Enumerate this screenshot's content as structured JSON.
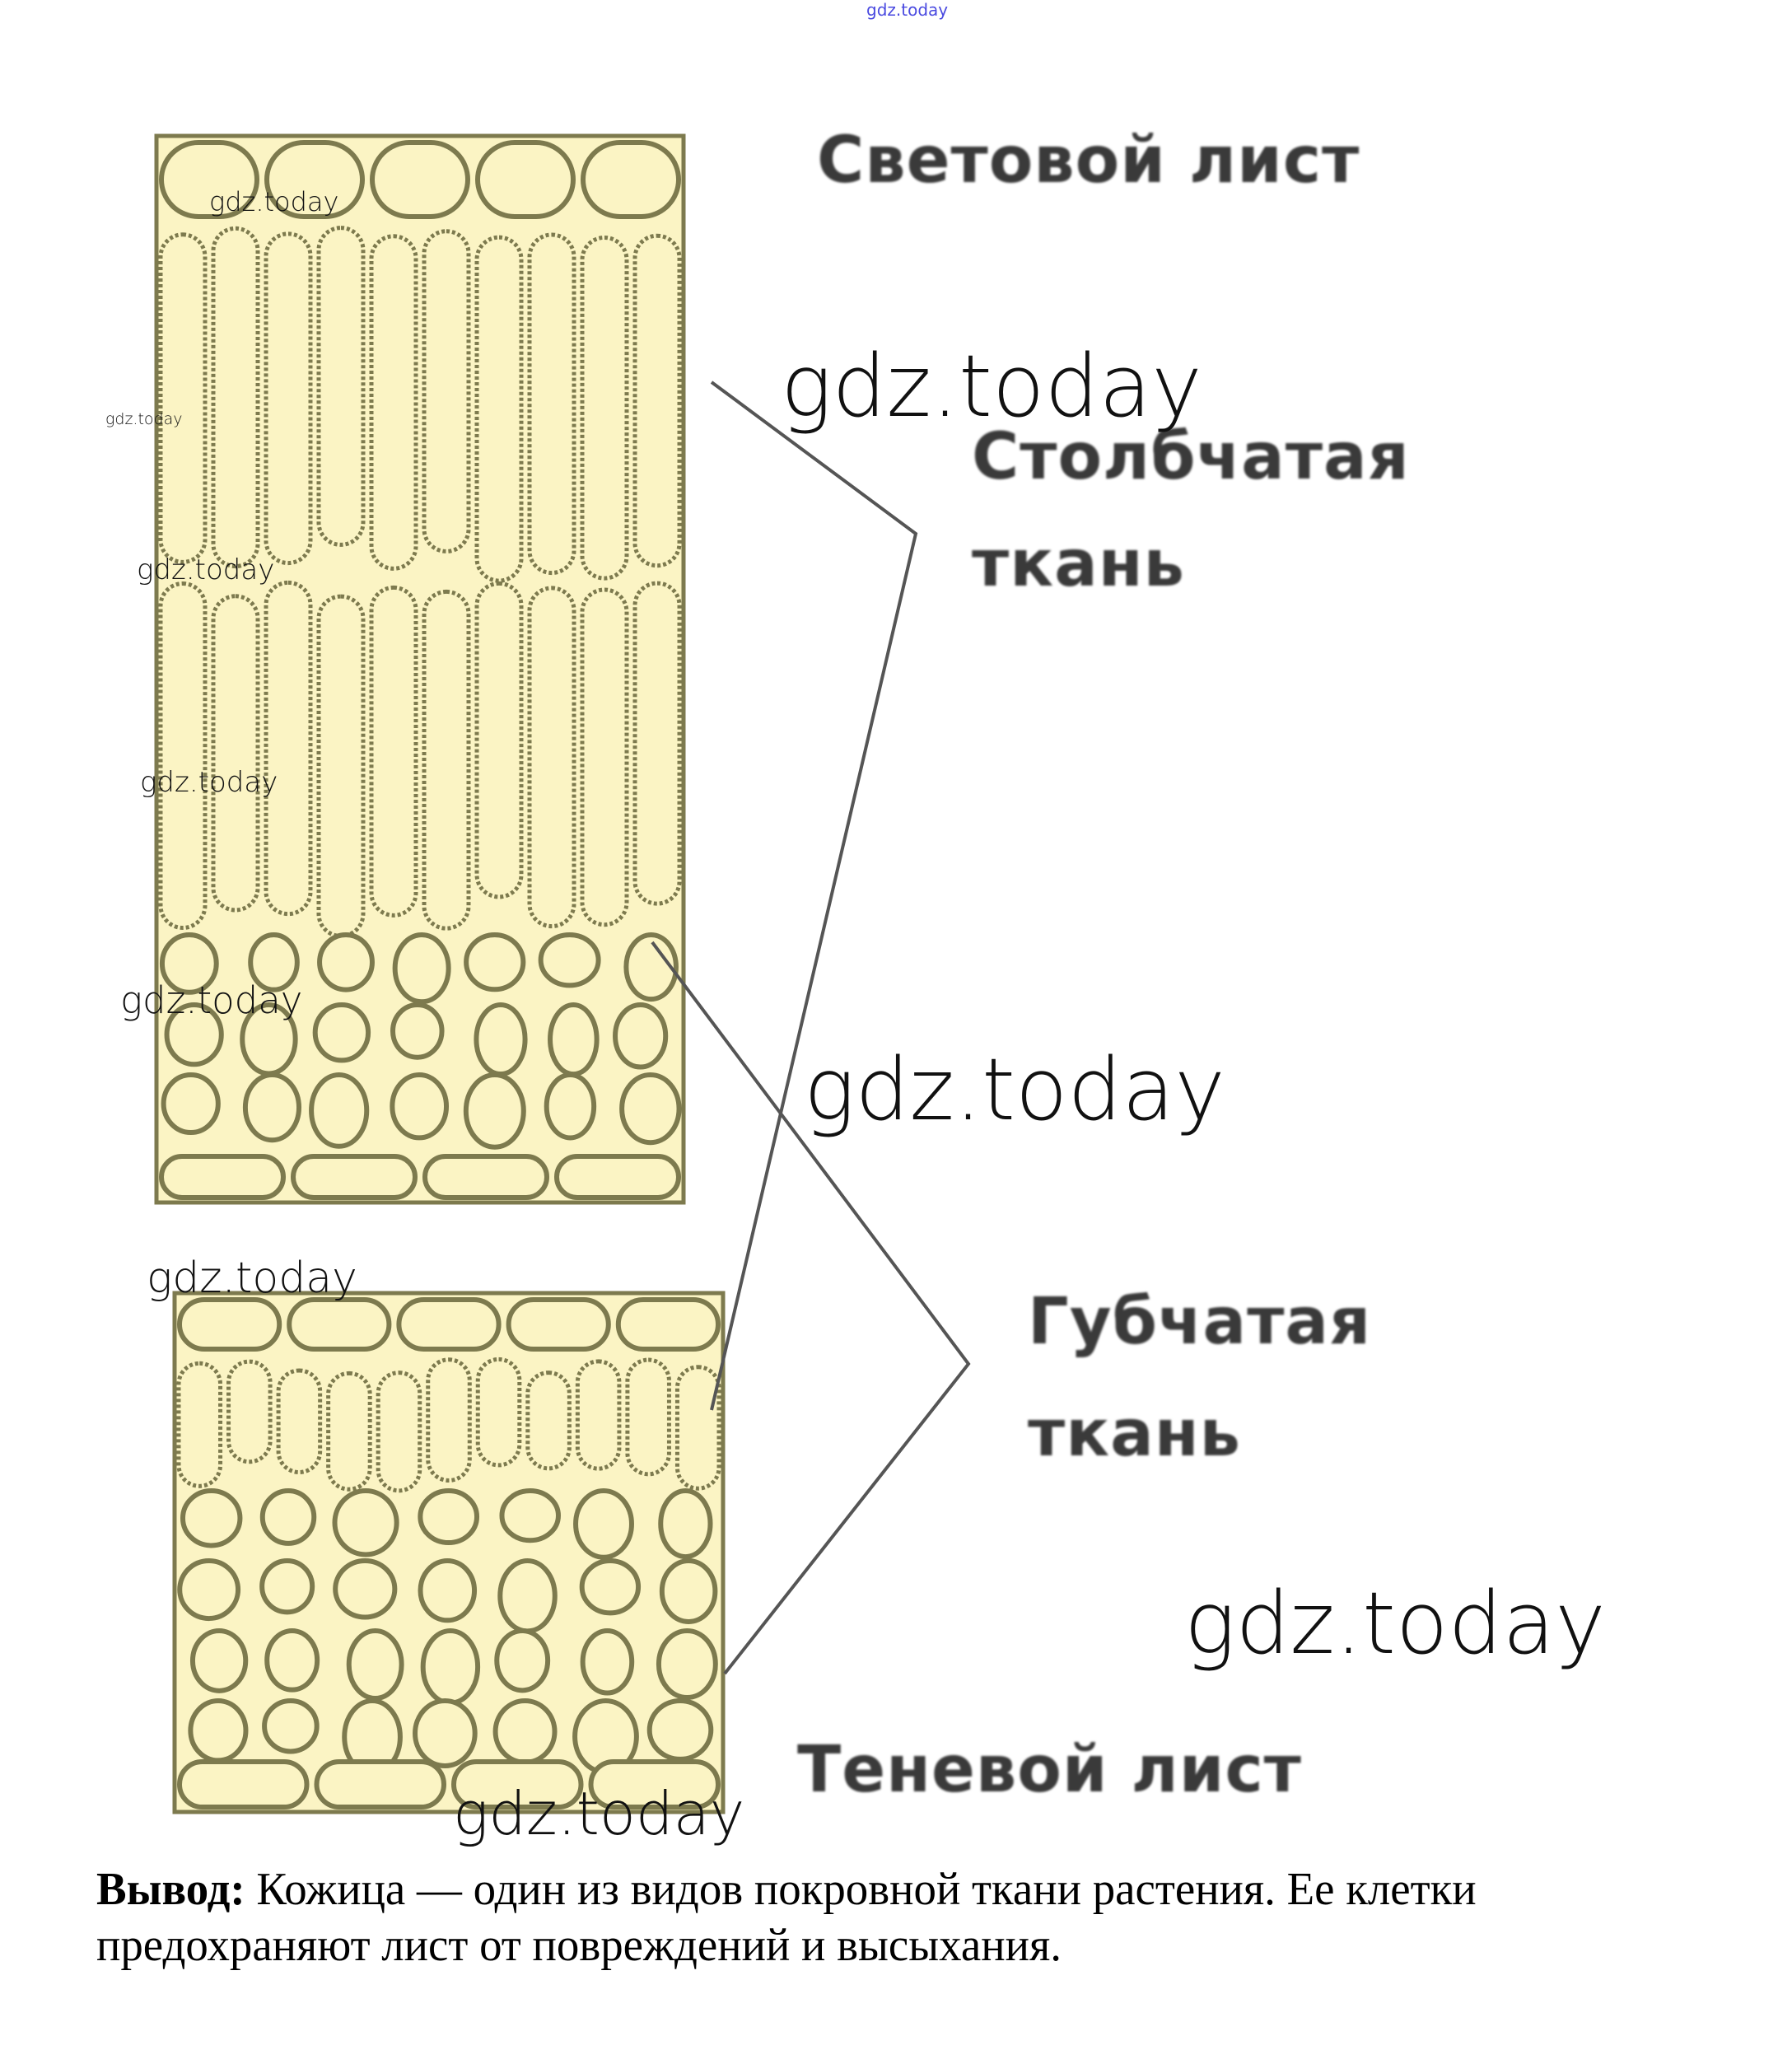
{
  "watermark": "gdz.today",
  "labels": {
    "light_leaf": "Световой лист",
    "palisade_1": "Столбчатая",
    "palisade_2": "ткань",
    "spongy_1": "Губчатая",
    "spongy_2": "ткань",
    "shade_leaf": "Теневой лист"
  },
  "conclusion": {
    "bold": "Вывод:",
    "line1": " Кожица — один из видов покровной ткани растения. Ее клетки",
    "line2": "предохраняют лист от повреждений и высыхания."
  },
  "colors": {
    "cell_fill": "#fbf4c4",
    "cell_stroke": "#7d7a4e",
    "line": "#555555",
    "top_watermark": "#4a4ae0"
  }
}
